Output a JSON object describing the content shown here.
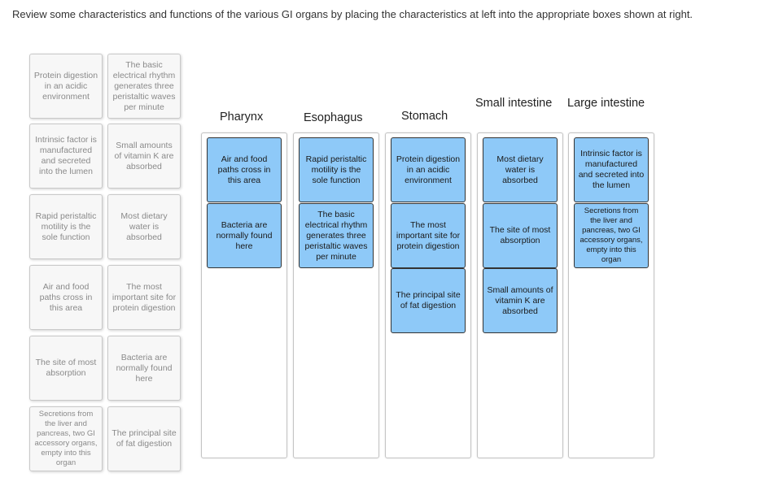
{
  "instructions": "Review some characteristics and functions of the various GI organs by placing the characteristics at left into the appropriate boxes shown at right.",
  "source_cards": [
    "Protein digestion in an acidic environment",
    "The basic electrical rhythm generates three peristaltic waves per minute",
    "Intrinsic factor is manufactured and secreted into the lumen",
    "Small amounts of vitamin K are absorbed",
    "Rapid peristaltic motility is the sole function",
    "Most dietary water is absorbed",
    "Air and food paths cross in this area",
    "The most important site for protein digestion",
    "The site of most absorption",
    "Bacteria are normally found here",
    "Secretions from the liver and pancreas, two GI accessory organs, empty into this organ",
    "The principal site of fat digestion"
  ],
  "columns": [
    {
      "heading": "Pharynx",
      "items": [
        "Air and food paths cross in this area",
        "Bacteria are normally found here"
      ]
    },
    {
      "heading": "Esophagus",
      "items": [
        "Rapid peristaltic motility is the sole function",
        "The basic electrical rhythm generates three peristaltic waves per minute"
      ]
    },
    {
      "heading": "Stomach",
      "items": [
        "Protein digestion in an acidic environment",
        "The most important site for protein digestion",
        "The principal site of fat digestion"
      ]
    },
    {
      "heading": "Small  intestine",
      "items": [
        "Most dietary water is absorbed",
        "The site of most absorption",
        "Small amounts of vitamin K are absorbed"
      ]
    },
    {
      "heading": "Large  intestine",
      "items": [
        "Intrinsic factor is manufactured and secreted into the lumen",
        "Secretions from the liver and pancreas, two GI accessory organs, empty into this organ"
      ]
    }
  ],
  "colors": {
    "placed_card": "#8ec9f8",
    "source_card": "#f7f7f7"
  }
}
